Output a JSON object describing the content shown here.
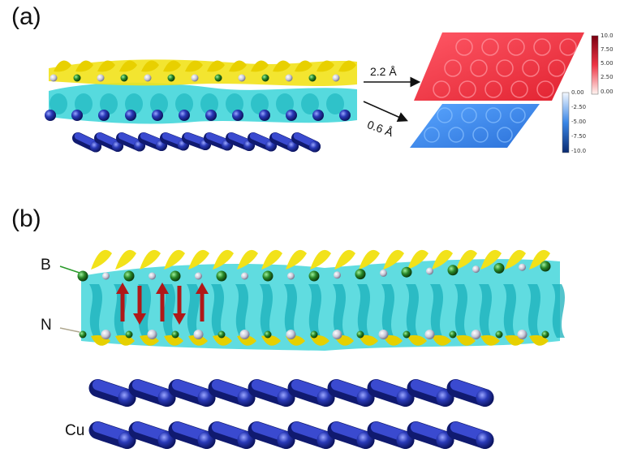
{
  "panels": {
    "a": "(a)",
    "b": "(b)"
  },
  "distances": {
    "upper": "2.2 Å",
    "lower": "0.6 Å"
  },
  "atoms": {
    "b": "B",
    "n": "N",
    "cu": "Cu"
  },
  "colorbars": {
    "positive_ticks": [
      "10.0",
      "7.50",
      "5.00",
      "2.50",
      "0.00"
    ],
    "negative_ticks": [
      "0.00",
      "-2.50",
      "-5.00",
      "-7.50",
      "-10.0"
    ]
  },
  "colors": {
    "positive_isosurface": "#f2e21a",
    "negative_isosurface": "#38d3d8",
    "boron": "#2a8a2a",
    "nitrogen": "#c8c8d8",
    "copper": "#2233a8",
    "positive_map": "#ee3344",
    "negative_map": "#3a86e6",
    "arrow": "#b01818"
  }
}
